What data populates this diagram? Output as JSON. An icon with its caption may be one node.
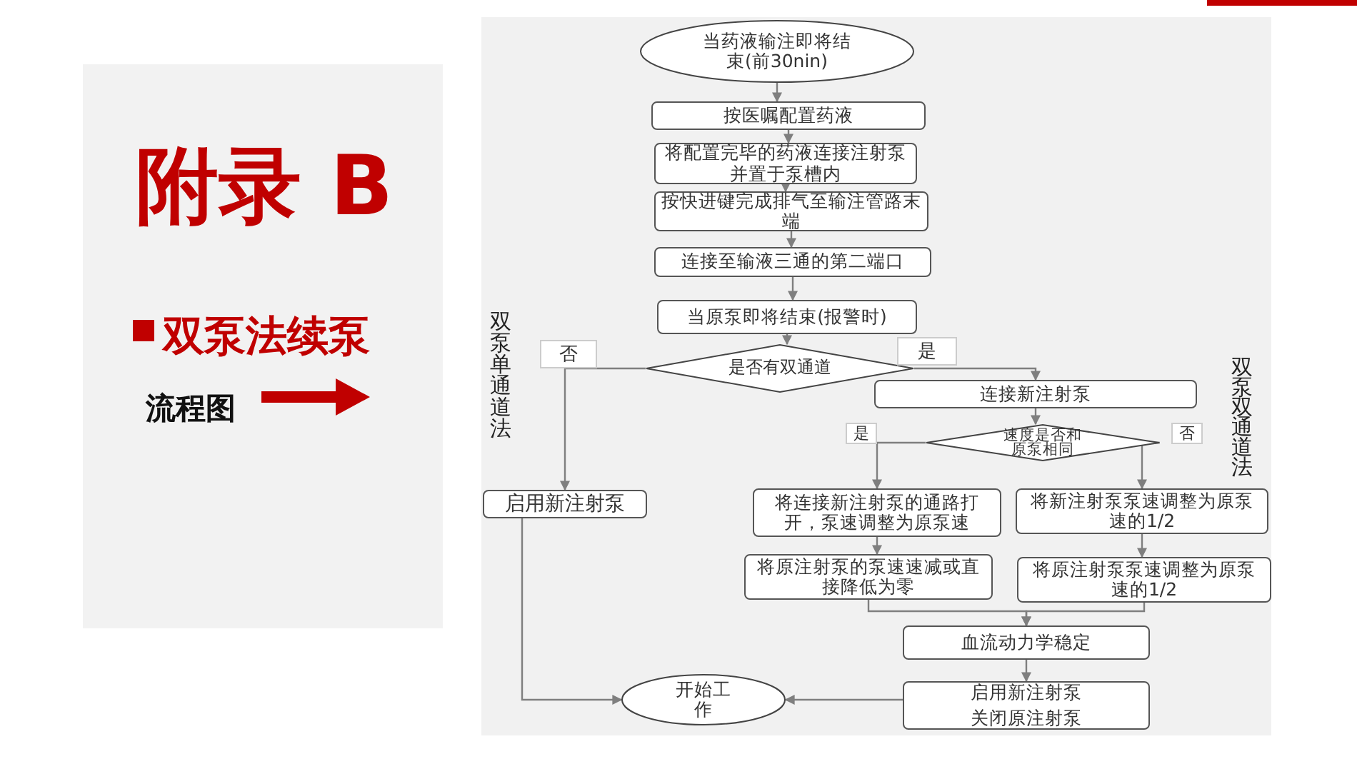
{
  "diagram": {
    "title": "附录 B",
    "nodes": [
      {
        "text": [
          "当药液输注即将结束(前30nin)"
        ]
      },
      {
        "text": [
          "按医嘱配置药液"
        ]
      },
      {
        "text": [
          "将配置完毕的药液连接注射泵并置于泵槽内"
        ]
      },
      {
        "text": [
          "按快进键完成排气至输注管路末端"
        ]
      },
      {
        "text": [
          "连接至输液三通的第二端口"
        ]
      },
      {
        "text": [
          "当原泵即将结束(报警时)"
        ]
      },
      {
        "text": [
          "是否有双通道"
        ]
      },
      {
        "text": [
          "连接新注射泵"
        ]
      },
      {
        "text": [
          "速度是否和原泵相同"
        ]
      },
      {
        "text": [
          "启用新注射泵"
        ]
      },
      {
        "text": [
          "将连接新注射泵的通路打开，泵速调整为原泵速"
        ]
      },
      {
        "text": [
          "将新注射泵泵速调整为原泵速的1/2"
        ]
      },
      {
        "text": [
          "将原注射泵的泵速速减或直接降低为零"
        ]
      },
      {
        "text": [
          "将原注射泵泵速调整为原泵速的1/2"
        ]
      },
      {
        "text": [
          "血流动力学稳定"
        ]
      },
      {
        "text": [
          "启用新注射泵",
          "关闭原注射泵"
        ]
      },
      {
        "text": [
          "开始工作"
        ]
      }
    ],
    "edges": [
      {
        "from": 0,
        "to": 1,
        "arrow": "to"
      },
      {
        "from": 1,
        "to": 2,
        "arrow": "to"
      },
      {
        "from": 2,
        "to": 3,
        "arrow": "to"
      },
      {
        "from": 3,
        "to": 4,
        "arrow": "to"
      },
      {
        "from": 4,
        "to": 5,
        "arrow": "to"
      },
      {
        "from": 5,
        "to": 6,
        "arrow": "to"
      },
      {
        "from": 6,
        "to": 9,
        "arrow": "to",
        "label": "否"
      },
      {
        "from": 6,
        "to": 7,
        "arrow": "to",
        "label": "是"
      },
      {
        "from": 7,
        "to": 8,
        "arrow": "to"
      },
      {
        "from": 8,
        "to": 10,
        "arrow": "to",
        "label": "是"
      },
      {
        "from": 8,
        "to": 11,
        "arrow": "to",
        "label": "否"
      },
      {
        "from": 9,
        "to": 16,
        "arrow": "to"
      },
      {
        "from": 10,
        "to": 12,
        "arrow": "to"
      },
      {
        "from": 11,
        "to": 13,
        "arrow": "to"
      },
      {
        "from": 12,
        "to": 14,
        "arrow": "to"
      },
      {
        "from": 13,
        "to": 14,
        "arrow": "to"
      },
      {
        "from": 14,
        "to": 15,
        "arrow": "to"
      },
      {
        "from": 15,
        "to": 16,
        "arrow": "to"
      }
    ],
    "labels": [
      "双泵法续泵",
      "流程图",
      "双泵单通道法",
      "双泵双通道法"
    ]
  }
}
